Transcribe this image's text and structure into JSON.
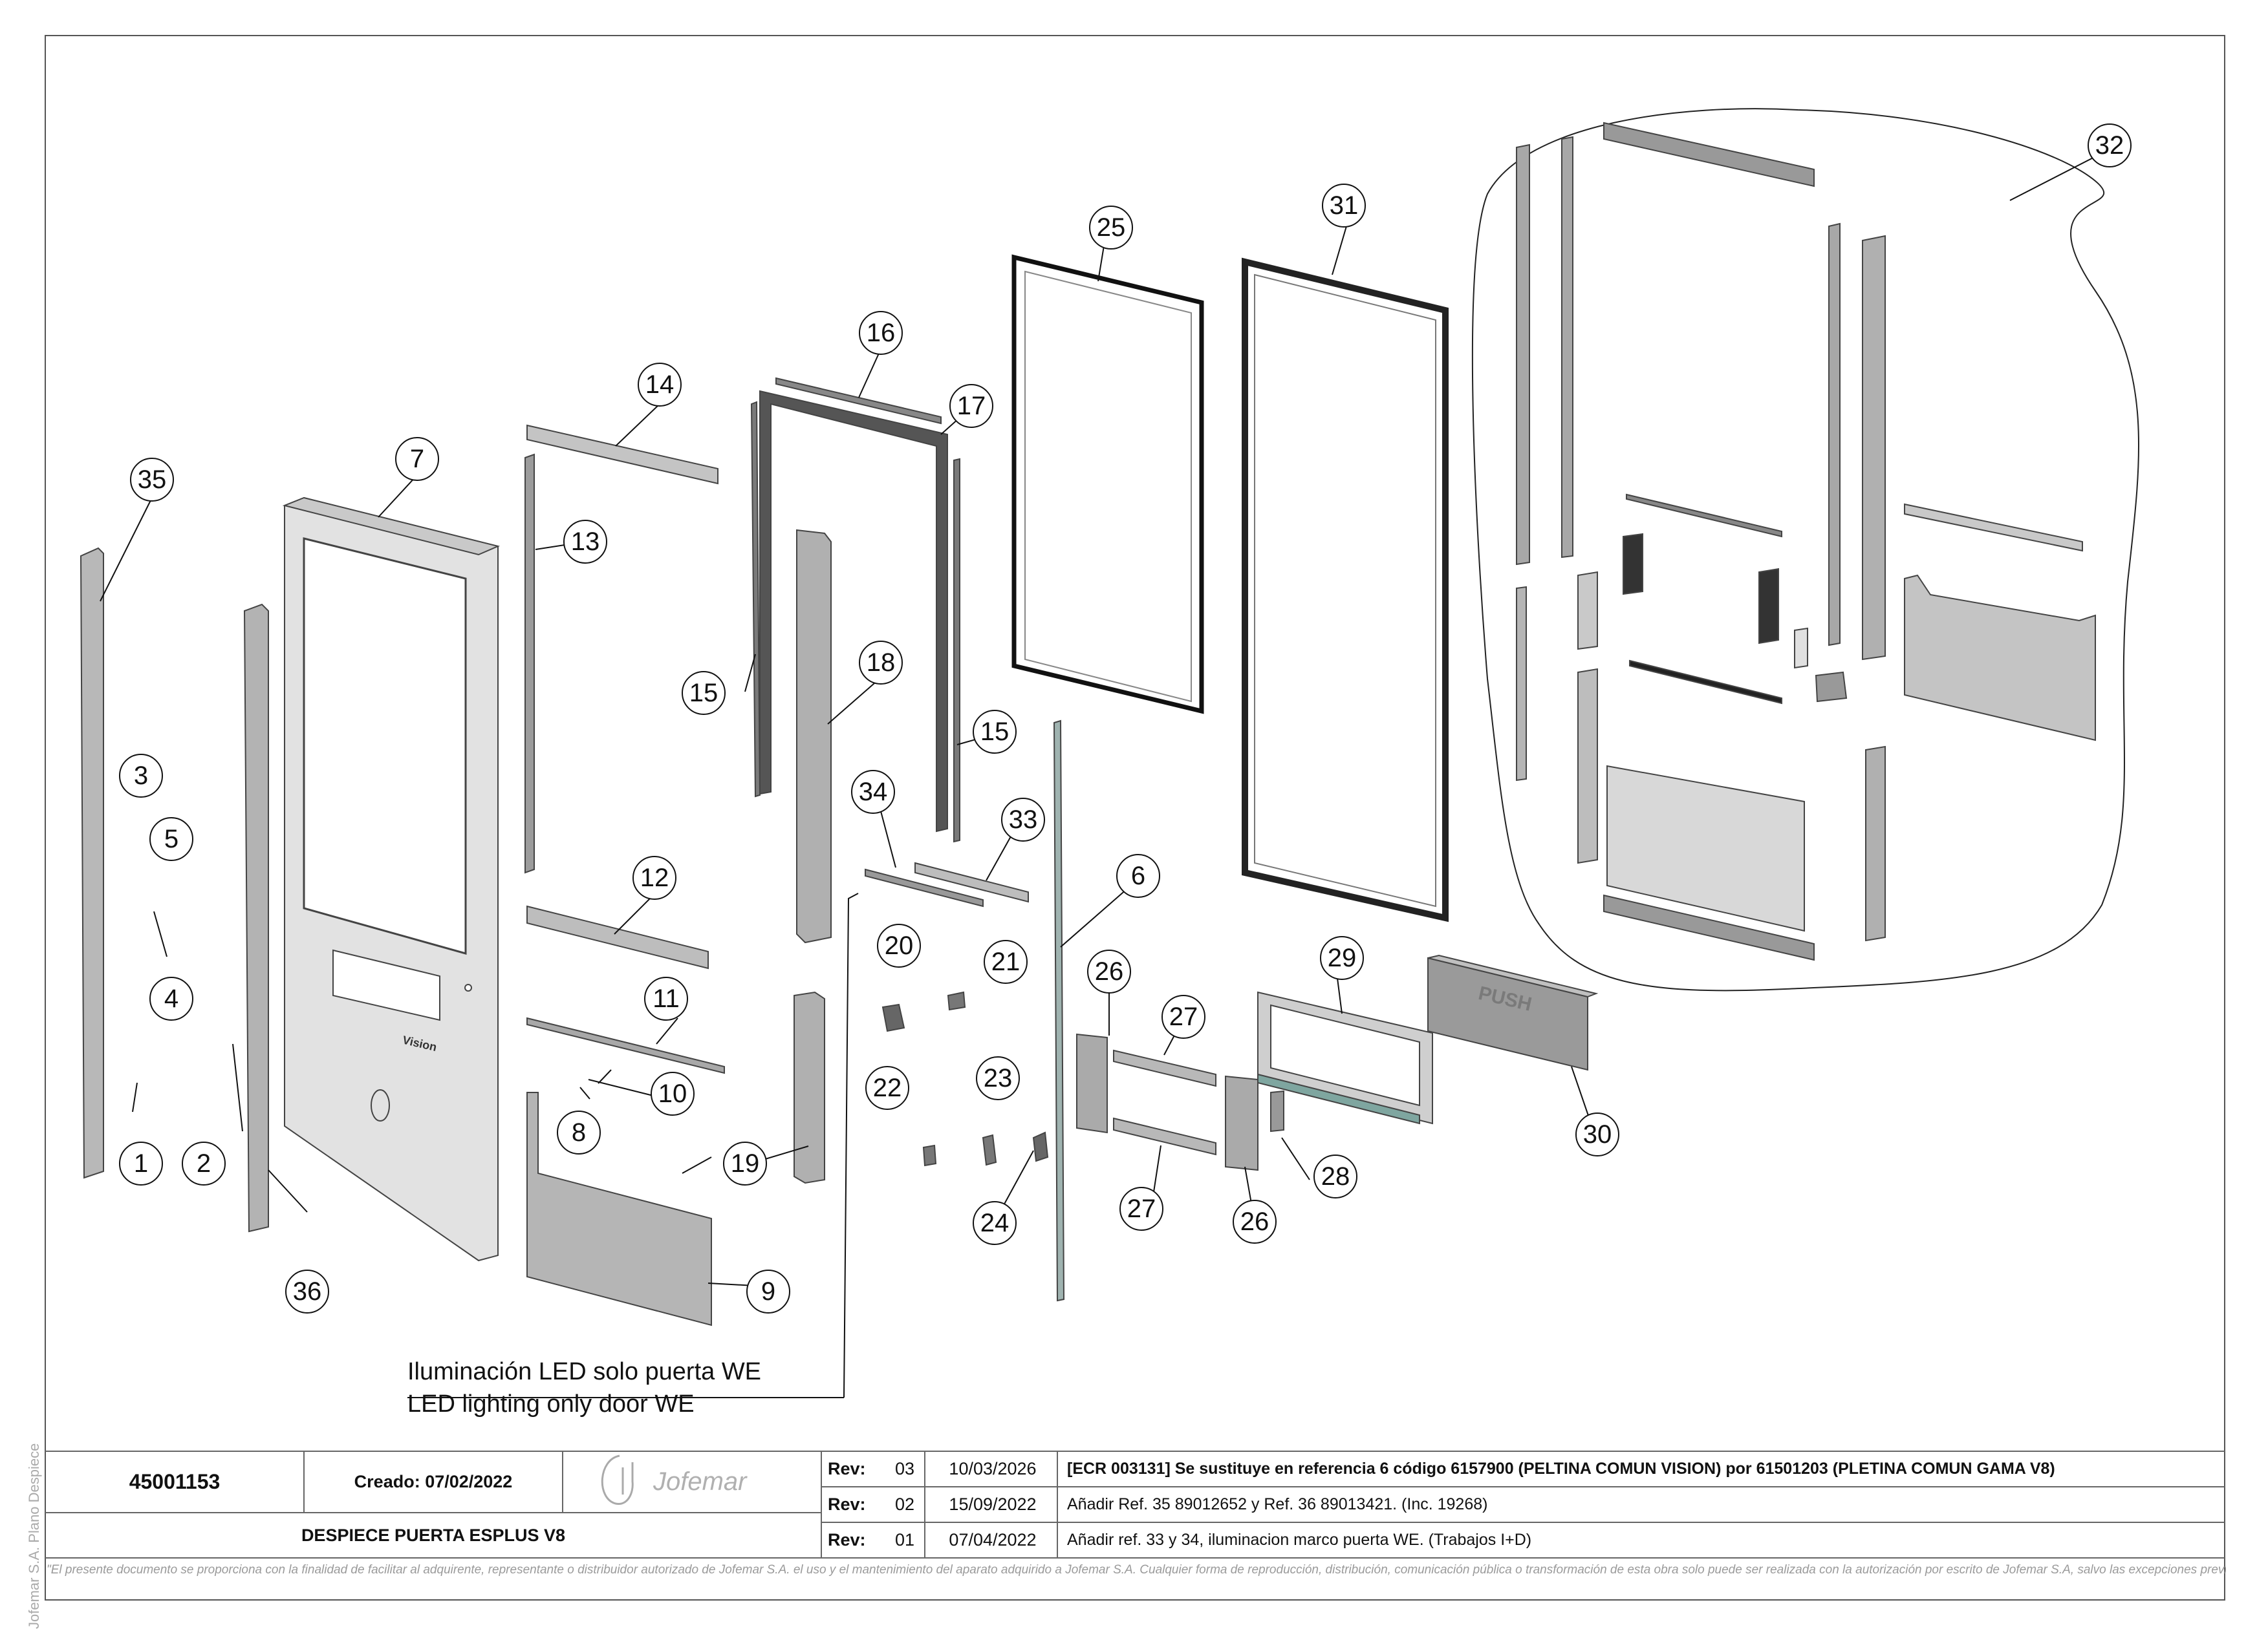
{
  "drawing": {
    "balloons": [
      "1",
      "2",
      "3",
      "4",
      "5",
      "6",
      "7",
      "8",
      "9",
      "10",
      "11",
      "12",
      "13",
      "14",
      "15",
      "15",
      "16",
      "17",
      "18",
      "19",
      "20",
      "21",
      "22",
      "23",
      "24",
      "25",
      "26",
      "26",
      "27",
      "27",
      "28",
      "29",
      "30",
      "31",
      "32",
      "33",
      "34",
      "35",
      "36"
    ],
    "door_brand_text": "Vision",
    "push_label": "PUSH",
    "note_line_1": "Iluminación LED solo puerta WE",
    "note_line_2": "LED lighting only door WE"
  },
  "title_block": {
    "doc_number": "45001153",
    "created": "Creado: 07/02/2022",
    "logo_text": "Jofemar",
    "title": "DESPIECE PUERTA ESPLUS V8",
    "revisions": [
      {
        "label": "Rev:",
        "num": "03",
        "date": "10/03/2026",
        "desc": "[ECR 003131] Se sustituye en referencia 6 código 6157900 (PELTINA COMUN VISION) por 61501203 (PLETINA COMUN GAMA V8)"
      },
      {
        "label": "Rev:",
        "num": "02",
        "date": "15/09/2022",
        "desc": "Añadir Ref. 35 89012652 y Ref. 36 89013421. (Inc. 19268)"
      },
      {
        "label": "Rev:",
        "num": "01",
        "date": "07/04/2022",
        "desc": "Añadir ref. 33 y 34, iluminacion marco puerta WE. (Trabajos I+D)"
      }
    ]
  },
  "side_text": "Jofemar S.A. Plano Despiece",
  "disclaimer": "\"El presente documento se proporciona con la finalidad de facilitar al adquirente, representante o distribuidor autorizado de Jofemar S.A. el uso y el mantenimiento del aparato adquirido a Jofemar S.A. Cualquier forma de reproducción, distribución, comunicación pública o transformación de esta obra solo puede ser realizada con la autorización por escrito de Jofemar S.A, salvo las excepciones previstas por la ley\"."
}
